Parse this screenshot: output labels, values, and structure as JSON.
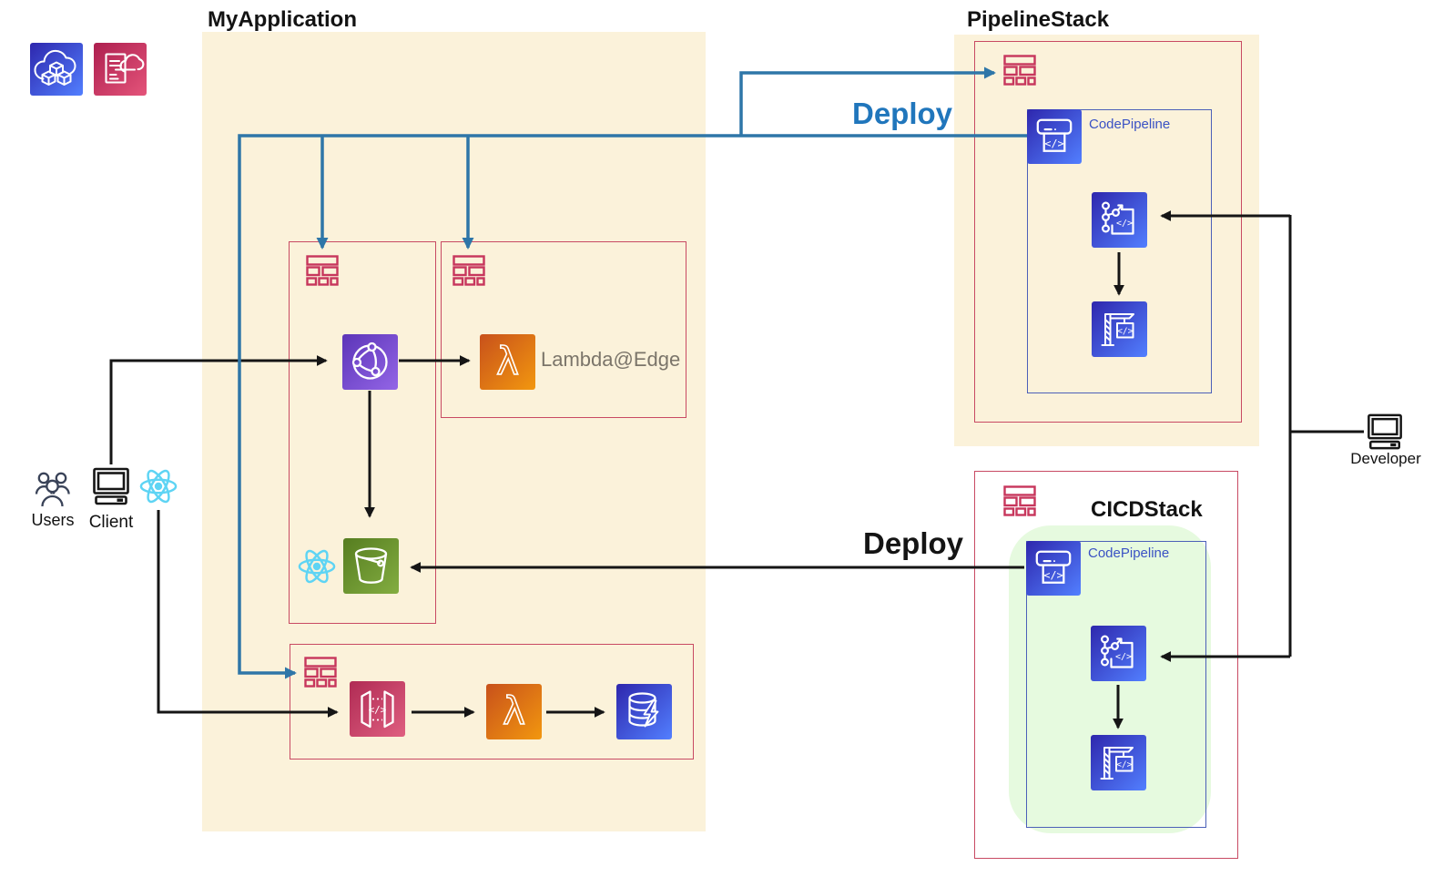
{
  "titles": {
    "my_application": "MyApplication",
    "pipeline_stack": "PipelineStack",
    "cicd_stack": "CICDStack"
  },
  "node_labels": {
    "code_pipeline_top": "CodePipeline",
    "code_pipeline_bottom": "CodePipeline",
    "lambda_edge": "Lambda@Edge"
  },
  "actor_labels": {
    "users": "Users",
    "client": "Client",
    "developer": "Developer"
  },
  "edge_labels": {
    "deploy_pipeline": "Deploy",
    "deploy_app": "Deploy"
  },
  "colors": {
    "container_fill": "#FBF2DA",
    "stack_icon_red": "#C7365C",
    "box_border_red": "#C84A63",
    "deploy_line_blue": "#2E76A8",
    "deploy_text_blue": "#2076BC",
    "inner_box_border_blue": "#4C60B8",
    "cicd_inner_fill": "#E6FADF",
    "codepipeline_label_blue": "#3A52C4",
    "lambda_edge_label_gray": "#7B756A",
    "react_cyan": "#5ED4F4",
    "arrow_black": "#151515"
  },
  "icons": [
    "aws-cdk-icon",
    "cloudformation-template-icon",
    "cloudformation-stack-icon",
    "cloudfront-icon",
    "lambda-icon",
    "s3-bucket-icon",
    "react-icon",
    "api-gateway-icon",
    "dynamodb-icon",
    "codepipeline-icon",
    "codecommit-icon",
    "codebuild-icon",
    "users-icon",
    "client-computer-icon",
    "developer-computer-icon"
  ],
  "edges": [
    {
      "from": "client",
      "to": "cloudfront",
      "style": "black"
    },
    {
      "from": "cloudfront",
      "to": "lambda-edge",
      "style": "black"
    },
    {
      "from": "cloudfront",
      "to": "s3-bucket",
      "style": "black"
    },
    {
      "from": "react-client",
      "to": "api-gateway",
      "style": "black"
    },
    {
      "from": "api-gateway",
      "to": "lambda",
      "style": "black"
    },
    {
      "from": "lambda",
      "to": "dynamodb",
      "style": "black"
    },
    {
      "from": "cicd-codepipeline",
      "to": "s3-bucket",
      "style": "black",
      "label": "Deploy"
    },
    {
      "from": "developer",
      "to": "pipeline-codecommit",
      "style": "black"
    },
    {
      "from": "developer",
      "to": "cicd-codecommit",
      "style": "black"
    },
    {
      "from": "pipeline-codecommit",
      "to": "pipeline-codebuild",
      "style": "black"
    },
    {
      "from": "cicd-codecommit",
      "to": "cicd-codebuild",
      "style": "black"
    },
    {
      "from": "pipeline-codepipeline",
      "to": "pipeline-stack-icon",
      "style": "blue",
      "label": "Deploy"
    },
    {
      "from": "pipeline-codepipeline",
      "to": "cdn-stack-icon",
      "style": "blue"
    },
    {
      "from": "pipeline-codepipeline",
      "to": "edge-stack-icon",
      "style": "blue"
    },
    {
      "from": "pipeline-codepipeline",
      "to": "api-stack-icon",
      "style": "blue"
    }
  ]
}
